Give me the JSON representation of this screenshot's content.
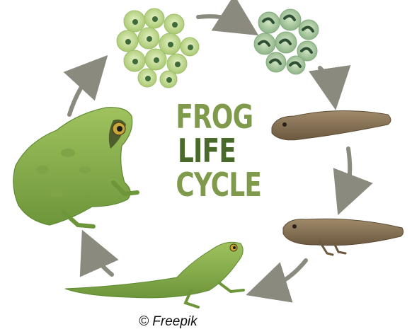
{
  "title": {
    "line1": "FROG",
    "line2": "LIFE",
    "line3": "CYCLE"
  },
  "credit": "© Freepik",
  "stages": [
    {
      "name": "egg-cluster"
    },
    {
      "name": "embryo-eggs"
    },
    {
      "name": "tadpole"
    },
    {
      "name": "tadpole-with-legs"
    },
    {
      "name": "froglet"
    },
    {
      "name": "adult-frog"
    }
  ],
  "colors": {
    "title_light": "#7f9a4b",
    "title_dark": "#4a6a2b",
    "arrow": "#8a8a7e",
    "egg_jelly": "#c9de9a",
    "egg_core": "#3e6b3a",
    "tadpole": "#8c7456",
    "frog_light": "#9bbd5a",
    "frog_dark": "#5f8a34"
  }
}
